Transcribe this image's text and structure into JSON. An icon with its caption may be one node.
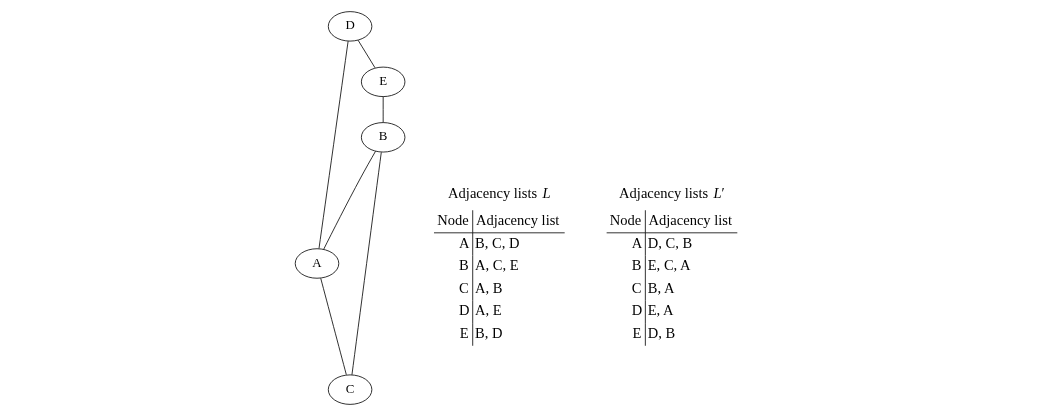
{
  "diagram": {
    "nodes": [
      {
        "text": [
          "D"
        ]
      },
      {
        "text": [
          "E"
        ]
      },
      {
        "text": [
          "A"
        ]
      },
      {
        "text": [
          "B"
        ]
      },
      {
        "text": [
          "C"
        ]
      }
    ],
    "edges": [
      {
        "from": 0,
        "to": 1,
        "arrow": "none"
      },
      {
        "from": 0,
        "to": 2,
        "arrow": "none"
      },
      {
        "from": 1,
        "to": 3,
        "arrow": "none"
      },
      {
        "from": 2,
        "to": 3,
        "arrow": "none"
      },
      {
        "from": 2,
        "to": 4,
        "arrow": "none"
      },
      {
        "from": 3,
        "to": 4,
        "arrow": "none"
      }
    ],
    "labels": [
      "Adjacency lists *L*",
      "Node",
      "Adjacency list",
      "A",
      "B, C, D",
      "B",
      "A, C, E",
      "C",
      "A, B",
      "D",
      "A, E",
      "E",
      "B, D",
      "Adjacency lists *L*′",
      "Node",
      "Adjacency list",
      "A",
      "D, C, B",
      "B",
      "E, C, A",
      "C",
      "B, A",
      "D",
      "E, A",
      "E",
      "D, B"
    ]
  }
}
